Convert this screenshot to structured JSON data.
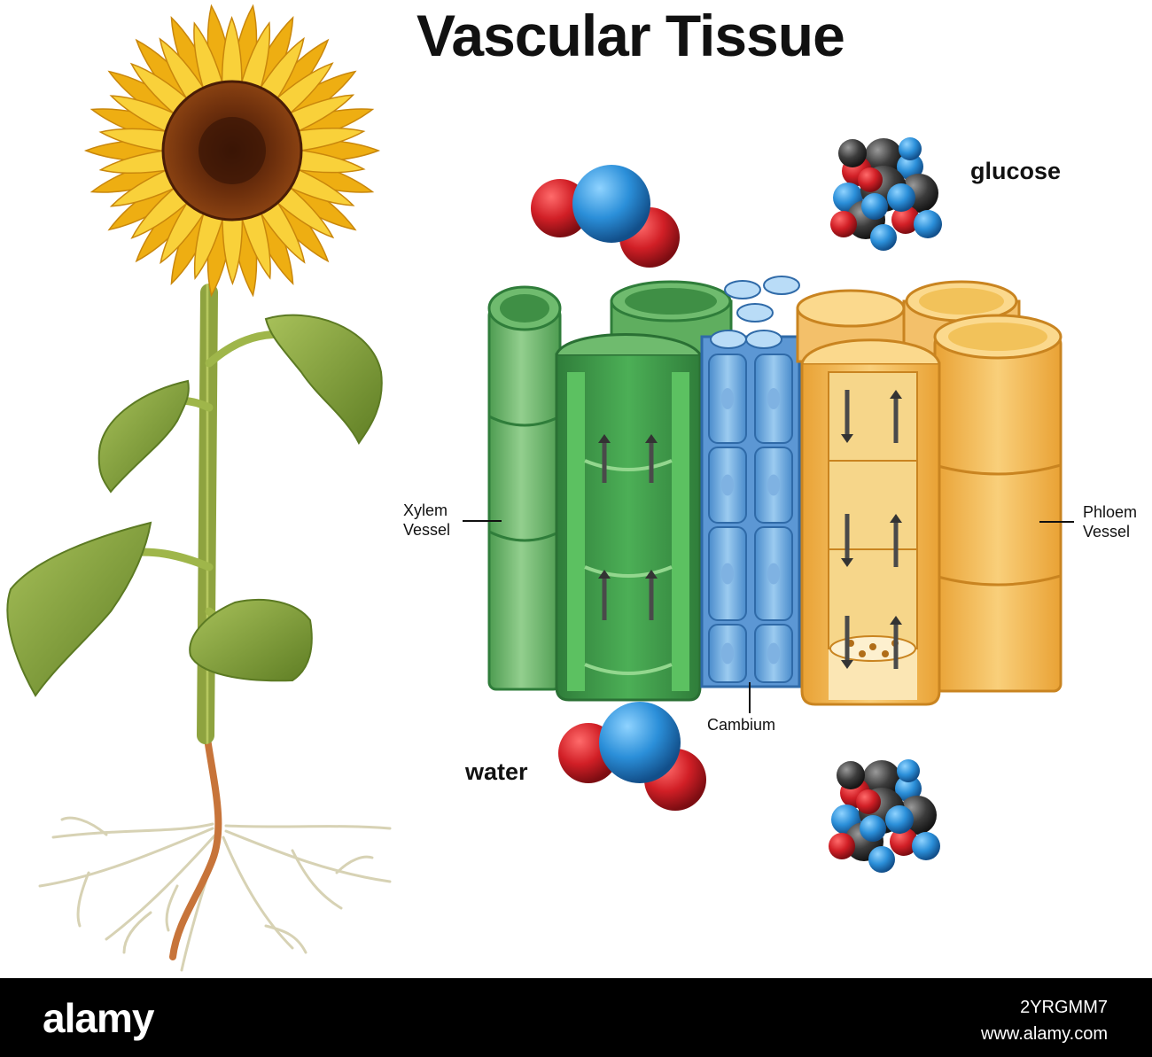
{
  "title": "Vascular Tissue",
  "labels": {
    "xylem": [
      "Xylem",
      "Vessel"
    ],
    "phloem": [
      "Phloem",
      "Vessel"
    ],
    "cambium": "Cambium",
    "water": "water",
    "glucose": "glucose"
  },
  "footer": {
    "logo": "alamy",
    "image_id": "2YRGMM7",
    "site": "www.alamy.com"
  },
  "colors": {
    "xylem": "#5db060",
    "cambium": "#6aa3d8",
    "phloem": "#f2b54a",
    "oxygen_atom": "#d11f26",
    "hydrogen_atom": "#2b8fd9",
    "carbon_atom": "#3c3c3c",
    "petal": "#f7c21b",
    "flower_center": "#6b2e0c",
    "leaf": "#7a9a36",
    "stem": "#a7bc55",
    "root": "#d7d2b4"
  },
  "icons": [
    "sunflower-illustration",
    "water-molecule-icon",
    "glucose-molecule-icon",
    "up-arrow-icon",
    "down-arrow-icon"
  ]
}
